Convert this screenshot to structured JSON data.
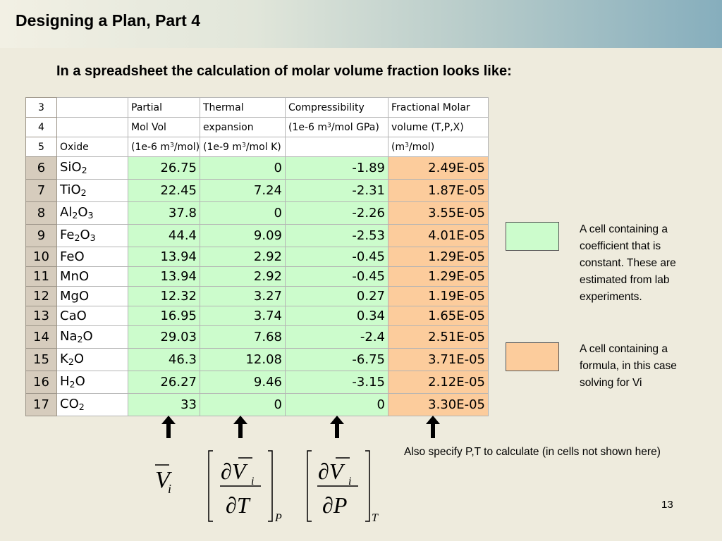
{
  "slide": {
    "title": "Designing a Plan, Part 4",
    "subtitle": "In a spreadsheet the calculation of molar volume fraction  looks like:",
    "page_number": "13"
  },
  "sheet": {
    "header_rows": [
      {
        "row": "3",
        "cells": [
          "",
          "Partial",
          "Thermal",
          "Compressibility",
          "Fractional Molar"
        ]
      },
      {
        "row": "4",
        "cells": [
          "",
          "Mol Vol",
          "expansion",
          "(1e-6 m3/mol GPa)",
          "volume (T,P,X)"
        ]
      },
      {
        "row": "5",
        "cells": [
          "Oxide",
          "(1e-6 m3/mol)",
          "(1e-9 m3/mol K)",
          "",
          "(m3/mol)"
        ]
      }
    ],
    "rows": [
      {
        "row": "6",
        "oxide": "SiO2",
        "mol_vol": "26.75",
        "thermal": "0",
        "compress": "-1.89",
        "frac": "2.49E-05"
      },
      {
        "row": "7",
        "oxide": "TiO2",
        "mol_vol": "22.45",
        "thermal": "7.24",
        "compress": "-2.31",
        "frac": "1.87E-05"
      },
      {
        "row": "8",
        "oxide": "Al2O3",
        "mol_vol": "37.8",
        "thermal": "0",
        "compress": "-2.26",
        "frac": "3.55E-05"
      },
      {
        "row": "9",
        "oxide": "Fe2O3",
        "mol_vol": "44.4",
        "thermal": "9.09",
        "compress": "-2.53",
        "frac": "4.01E-05"
      },
      {
        "row": "10",
        "oxide": "FeO",
        "mol_vol": "13.94",
        "thermal": "2.92",
        "compress": "-0.45",
        "frac": "1.29E-05"
      },
      {
        "row": "11",
        "oxide": "MnO",
        "mol_vol": "13.94",
        "thermal": "2.92",
        "compress": "-0.45",
        "frac": "1.29E-05"
      },
      {
        "row": "12",
        "oxide": "MgO",
        "mol_vol": "12.32",
        "thermal": "3.27",
        "compress": "0.27",
        "frac": "1.19E-05"
      },
      {
        "row": "13",
        "oxide": "CaO",
        "mol_vol": "16.95",
        "thermal": "3.74",
        "compress": "0.34",
        "frac": "1.65E-05"
      },
      {
        "row": "14",
        "oxide": "Na2O",
        "mol_vol": "29.03",
        "thermal": "7.68",
        "compress": "-2.4",
        "frac": "2.51E-05"
      },
      {
        "row": "15",
        "oxide": "K2O",
        "mol_vol": "46.3",
        "thermal": "12.08",
        "compress": "-6.75",
        "frac": "3.71E-05"
      },
      {
        "row": "16",
        "oxide": "H2O",
        "mol_vol": "26.27",
        "thermal": "9.46",
        "compress": "-3.15",
        "frac": "2.12E-05"
      },
      {
        "row": "17",
        "oxide": "CO2",
        "mol_vol": "33",
        "thermal": "0",
        "compress": "0",
        "frac": "3.30E-05"
      }
    ]
  },
  "legend": {
    "constant": {
      "color": "#ccfccc",
      "text": "A cell containing a coefficient that is constant. These are estimated from lab experiments."
    },
    "formula": {
      "color": "#fccc9c",
      "text": "A cell containing a formula, in this case solving for Vi"
    }
  },
  "note": "Also specify P,T to calculate (in cells not shown here)",
  "formula_symbols": {
    "molar_volume": "V",
    "index": "i",
    "partial": "∂",
    "temperature": "T",
    "pressure": "P"
  },
  "icons": [
    "up-arrow-icon"
  ]
}
